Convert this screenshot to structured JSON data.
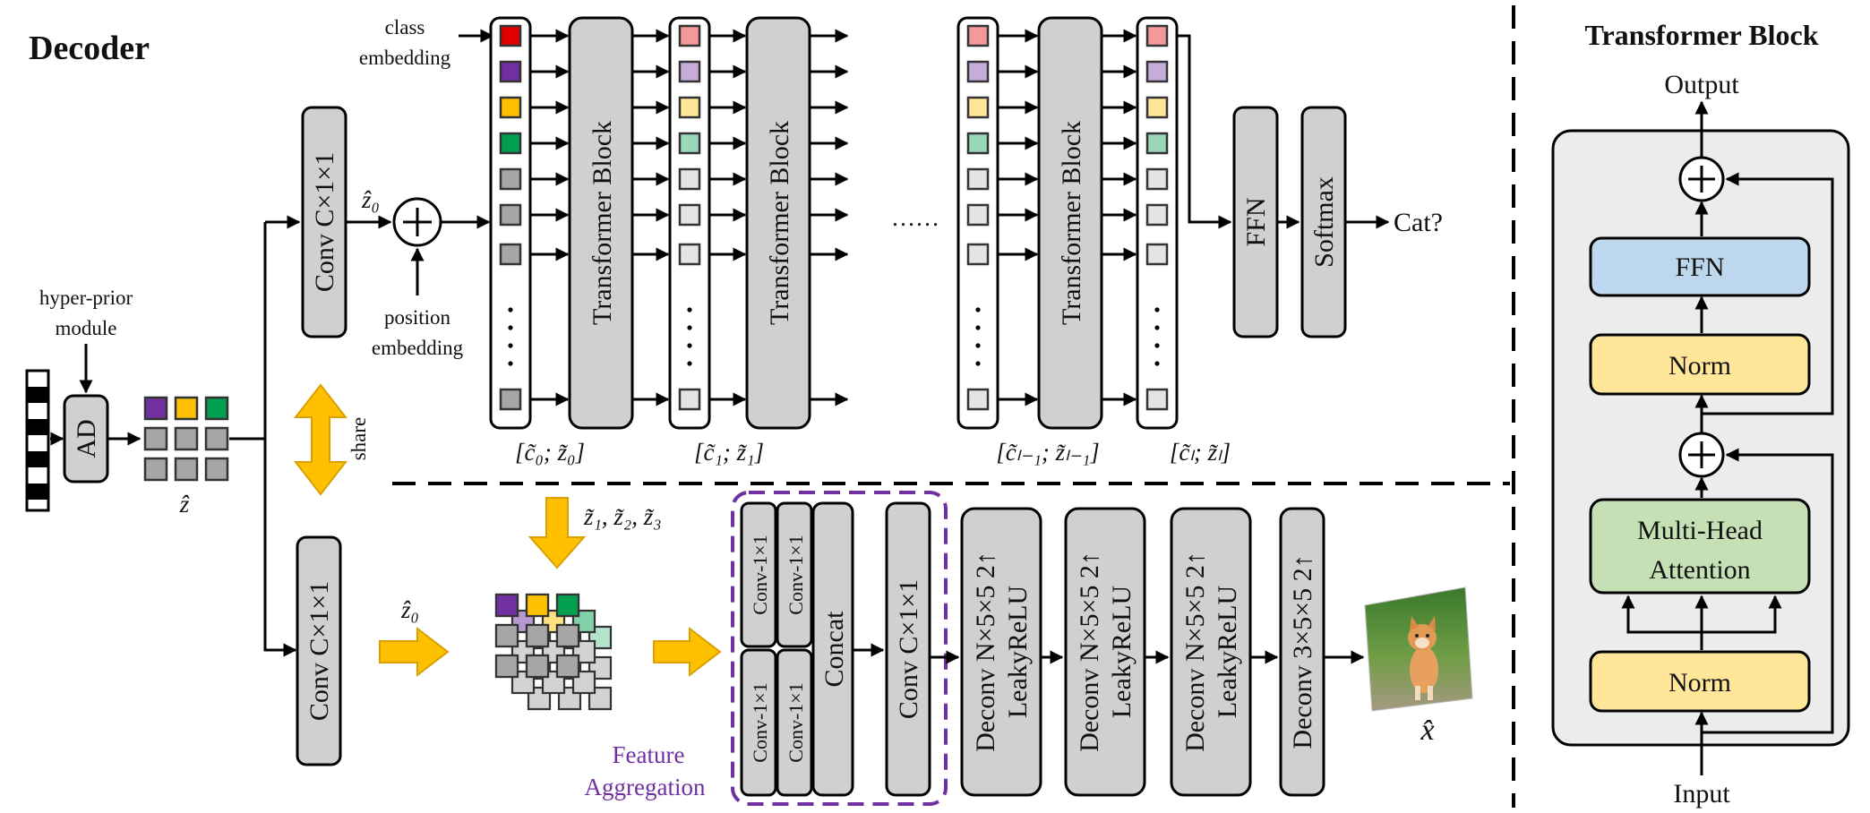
{
  "decoder": {
    "title": "Decoder",
    "hyper_prior": [
      "hyper-prior",
      "module"
    ],
    "ad_label": "AD",
    "z_hat": "ẑ",
    "z_hat0": "ẑ₀",
    "conv_top": "Conv C×1×1",
    "conv_bottom": "Conv C×1×1",
    "class_embedding": [
      "class",
      "embedding"
    ],
    "position_embedding": [
      "position",
      "embedding"
    ],
    "transformer_block": "Transformer Block",
    "share": "share",
    "ellipsis": "……",
    "ffn": "FFN",
    "softmax": "Softmax",
    "cat_output": "Cat?",
    "seq_labels": [
      "[c̃₀; z̃₀]",
      "[c̃₁; z̃₁]",
      "[c̃ₗ₋₁; z̃ₗ₋₁]",
      "[c̃ₗ; z̃ₗ]"
    ],
    "z_tildes": "z̃₁, z̃₂, z̃₃",
    "feature_aggregation": [
      "Feature",
      "Aggregation"
    ],
    "conv_1x1": "Conv-1×1",
    "concat": "Concat",
    "conv_c": "Conv C×1×1",
    "deconv_n": [
      "Deconv N×5×5 2↑",
      "LeakyReLU"
    ],
    "deconv_3": "Deconv 3×5×5 2↑",
    "x_hat": "x̂"
  },
  "transformer_block_panel": {
    "title": "Transformer Block",
    "output": "Output",
    "input": "Input",
    "ffn": "FFN",
    "norm": "Norm",
    "mha": [
      "Multi-Head",
      "Attention"
    ]
  },
  "colors": {
    "red": "#e00000",
    "purple": "#7030a0",
    "amber": "#ffc000",
    "green": "#00a050",
    "gray_token": "#a6a6a6",
    "block_fill": "#d0d0d0",
    "arrow_yellow": "#ffc000",
    "feature_border": "#7030a0",
    "ffn_blue": "#bdd7ee",
    "norm_yellow": "#ffe699",
    "mha_green": "#c5e0b4",
    "panel_bg": "#ececec"
  }
}
